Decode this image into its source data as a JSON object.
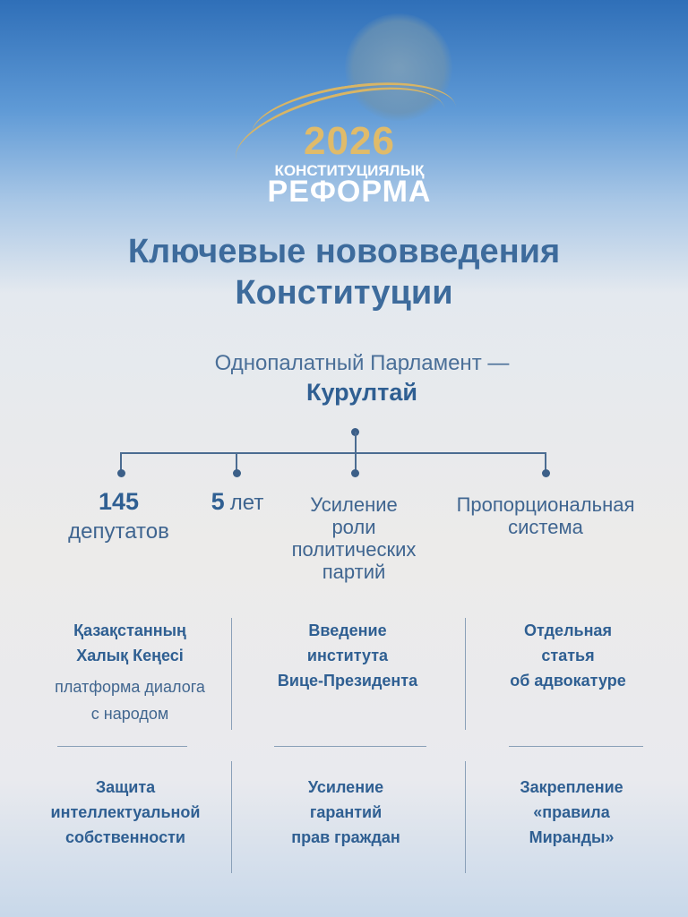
{
  "logo": {
    "year": "2026",
    "line1": "КОНСТИТУЦИЯЛЫҚ",
    "line2": "РЕФОРМА"
  },
  "title": {
    "line1": "Ключевые нововведения",
    "line2": "Конституции"
  },
  "parliament": {
    "line1": "Однопалатный Парламент —",
    "line2": "Курултай"
  },
  "branches": [
    {
      "bold": "145",
      "text": "депутатов"
    },
    {
      "bold": "5",
      "text": "лет"
    },
    {
      "text": "Усиление роли политических партий",
      "lines": [
        "Усиление",
        "роли",
        "политических",
        "партий"
      ]
    },
    {
      "lines": [
        "Пропорциональная",
        "система"
      ]
    }
  ],
  "grid": [
    {
      "title": [
        "Қазақстанның",
        "Халық Кеңесі"
      ],
      "note": [
        "платформа диалога",
        "с народом"
      ]
    },
    {
      "title": [
        "Введение",
        "института",
        "Вице-Президента"
      ]
    },
    {
      "title": [
        "Отдельная",
        "статья",
        "об адвокатуре"
      ]
    },
    {
      "title": [
        "Защита",
        "интеллектуальной",
        "собственности"
      ]
    },
    {
      "title": [
        "Усиление",
        "гарантий",
        "прав граждан"
      ]
    },
    {
      "title": [
        "Закрепление",
        "«правила",
        "Миранды»"
      ]
    }
  ]
}
